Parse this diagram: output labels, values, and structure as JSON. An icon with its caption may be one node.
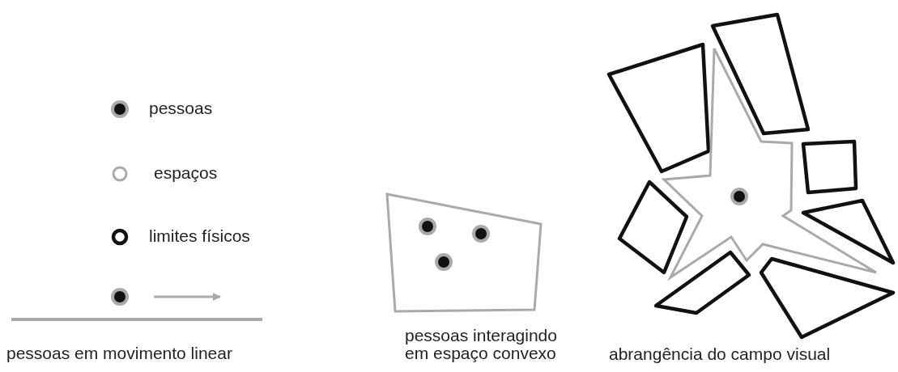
{
  "diagram": {
    "labels": [
      "pessoas em movimento linear",
      "pessoas interagindo em espaço convexo",
      "abrangência do campo visual"
    ],
    "legend": [
      {
        "text": "pessoas"
      },
      {
        "text": "espaços"
      },
      {
        "text": "limites físicos"
      }
    ]
  }
}
